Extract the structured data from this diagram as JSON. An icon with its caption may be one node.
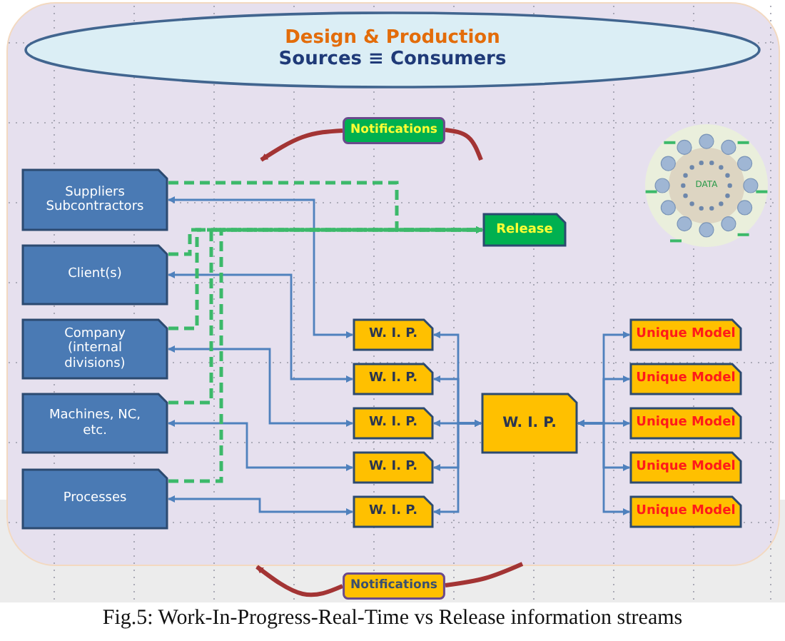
{
  "diagram": {
    "caption": "Fig.5: Work-In-Progress-Real-Time vs Release information streams",
    "nodes": [
      {
        "text": [
          "Design & Production",
          "Sources ≡ Consumers"
        ]
      },
      {
        "text": [
          "Notifications"
        ]
      },
      {
        "text": [
          "Notifications"
        ]
      },
      {
        "text": [
          "Suppliers Subcontractors"
        ]
      },
      {
        "text": [
          "Client(s)"
        ]
      },
      {
        "text": [
          "Company (internal divisions)"
        ]
      },
      {
        "text": [
          "Machines, NC, etc."
        ]
      },
      {
        "text": [
          "Processes"
        ]
      },
      {
        "text": [
          "Release"
        ]
      },
      {
        "text": [
          "W. I. P."
        ]
      },
      {
        "text": [
          "W. I. P."
        ]
      },
      {
        "text": [
          "W. I. P."
        ]
      },
      {
        "text": [
          "W. I. P."
        ]
      },
      {
        "text": [
          "W. I. P."
        ]
      },
      {
        "text": [
          "W. I. P."
        ]
      },
      {
        "text": [
          "Unique Model"
        ]
      },
      {
        "text": [
          "Unique Model"
        ]
      },
      {
        "text": [
          "Unique Model"
        ]
      },
      {
        "text": [
          "Unique Model"
        ]
      },
      {
        "text": [
          "Unique Model"
        ]
      },
      {
        "text": [
          "DATA"
        ]
      }
    ],
    "edges": [
      {
        "from": 3,
        "to": 9,
        "arrow": "both"
      },
      {
        "from": 4,
        "to": 10,
        "arrow": "both"
      },
      {
        "from": 5,
        "to": 11,
        "arrow": "both"
      },
      {
        "from": 6,
        "to": 12,
        "arrow": "both"
      },
      {
        "from": 7,
        "to": 13,
        "arrow": "both"
      },
      {
        "from": 14,
        "to": 9,
        "arrow": "both"
      },
      {
        "from": 14,
        "to": 10,
        "arrow": "both"
      },
      {
        "from": 14,
        "to": 11,
        "arrow": "both"
      },
      {
        "from": 14,
        "to": 12,
        "arrow": "both"
      },
      {
        "from": 14,
        "to": 13,
        "arrow": "both"
      },
      {
        "from": 14,
        "to": 15,
        "arrow": "both"
      },
      {
        "from": 14,
        "to": 16,
        "arrow": "both"
      },
      {
        "from": 14,
        "to": 17,
        "arrow": "both"
      },
      {
        "from": 14,
        "to": 18,
        "arrow": "both"
      },
      {
        "from": 14,
        "to": 19,
        "arrow": "both"
      },
      {
        "from": 3,
        "to": 8,
        "arrow": "to",
        "style": "dashed",
        "color": "#3cb96a"
      },
      {
        "from": 4,
        "to": 8,
        "arrow": "to",
        "style": "dashed",
        "color": "#3cb96a"
      },
      {
        "from": 5,
        "to": 8,
        "arrow": "to",
        "style": "dashed",
        "color": "#3cb96a"
      },
      {
        "from": 6,
        "to": 8,
        "arrow": "to",
        "style": "dashed",
        "color": "#3cb96a"
      },
      {
        "from": 7,
        "to": 8,
        "arrow": "to",
        "style": "dashed",
        "color": "#3cb96a"
      },
      {
        "from": 1,
        "to": null,
        "arrow": "to",
        "style": "thick",
        "color": "#a33434"
      },
      {
        "from": 2,
        "to": null,
        "arrow": "to",
        "style": "thick",
        "color": "#a33434"
      }
    ]
  }
}
